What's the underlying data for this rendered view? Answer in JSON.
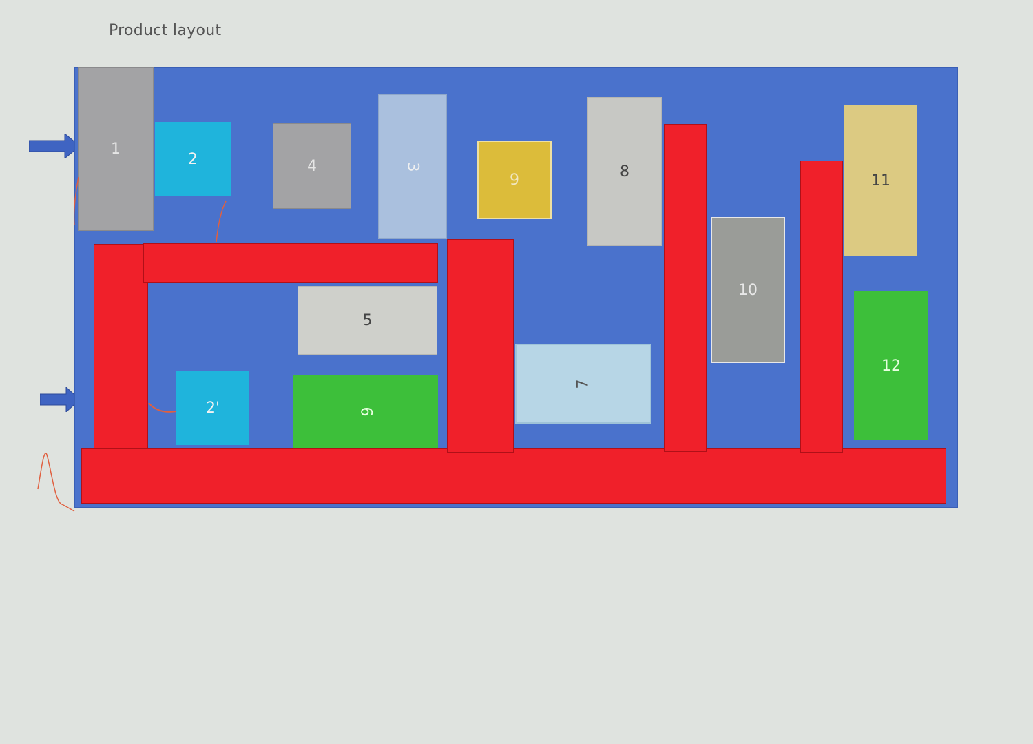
{
  "title": "Product layout",
  "stations": {
    "s1": "1",
    "s2": "2",
    "s2p": "2'",
    "s3": "3",
    "s4": "4",
    "s5": "5",
    "s6": "6",
    "s7": "7",
    "s8": "8",
    "s9": "9",
    "s10": "10",
    "s11": "11",
    "s12": "12"
  },
  "colors": {
    "floor": "#4a72cc",
    "conveyor": "#f0202a",
    "arrow": "#3f64c2"
  },
  "icons": [
    "input-arrow-icon",
    "input-arrow-icon"
  ]
}
